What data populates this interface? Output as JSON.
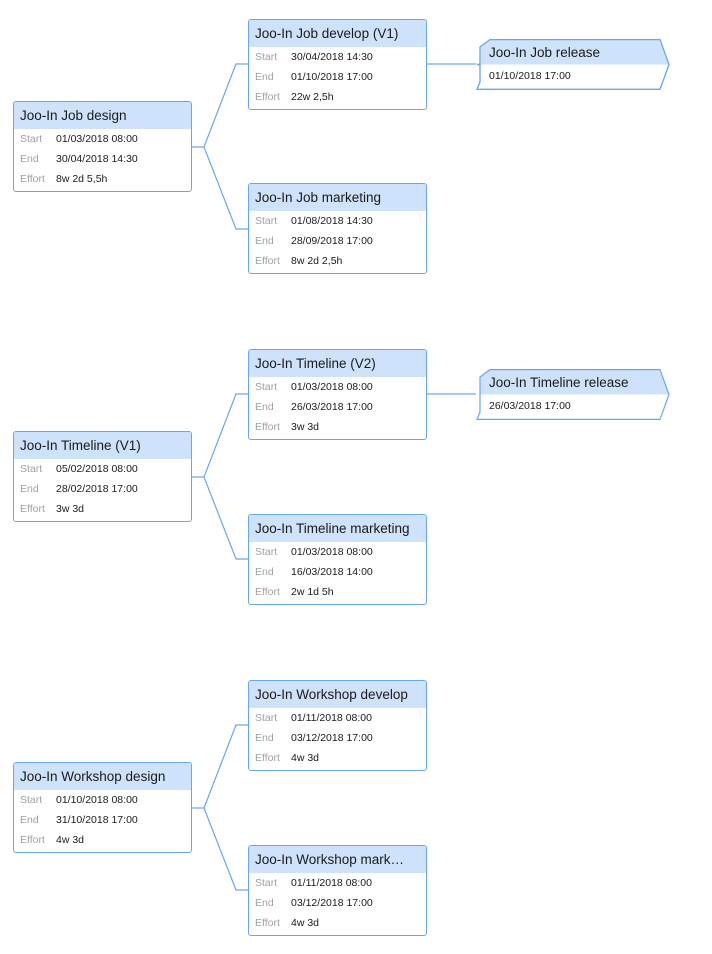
{
  "accent_color": "#6aa6ef",
  "header_fill_color": "#cfe2fb",
  "labels": {
    "start": "Start",
    "end": "End",
    "effort": "Effort"
  },
  "groups": [
    {
      "root": {
        "title": "Joo-In Job design",
        "start": "01/03/2018 08:00",
        "end": "30/04/2018 14:30",
        "effort": "8w 2d 5,5h"
      },
      "upper": {
        "title": "Joo-In Job develop (V1)",
        "start": "30/04/2018 14:30",
        "end": "01/10/2018 17:00",
        "effort": "22w 2,5h"
      },
      "lower": {
        "title": "Joo-In Job marketing",
        "start": "01/08/2018 14:30",
        "end": "28/09/2018 17:00",
        "effort": "8w 2d 2,5h"
      },
      "milestone": {
        "title": "Joo-In Job release",
        "date": "01/10/2018 17:00"
      }
    },
    {
      "root": {
        "title": "Joo-In Timeline (V1)",
        "start": "05/02/2018 08:00",
        "end": "28/02/2018 17:00",
        "effort": "3w 3d"
      },
      "upper": {
        "title": "Joo-In Timeline (V2)",
        "start": "01/03/2018 08:00",
        "end": "26/03/2018 17:00",
        "effort": "3w 3d"
      },
      "lower": {
        "title": "Joo-In Timeline marketing",
        "start": "01/03/2018 08:00",
        "end": "16/03/2018 14:00",
        "effort": "2w 1d 5h"
      },
      "milestone": {
        "title": "Joo-In Timeline release",
        "date": "26/03/2018 17:00"
      }
    },
    {
      "root": {
        "title": "Joo-In Workshop design",
        "start": "01/10/2018 08:00",
        "end": "31/10/2018 17:00",
        "effort": "4w 3d"
      },
      "upper": {
        "title": "Joo-In Workshop develop",
        "start": "01/11/2018 08:00",
        "end": "03/12/2018 17:00",
        "effort": "4w 3d"
      },
      "lower": {
        "title": "Joo-In Workshop mark…",
        "start": "01/11/2018 08:00",
        "end": "03/12/2018 17:00",
        "effort": "4w 3d"
      }
    }
  ]
}
